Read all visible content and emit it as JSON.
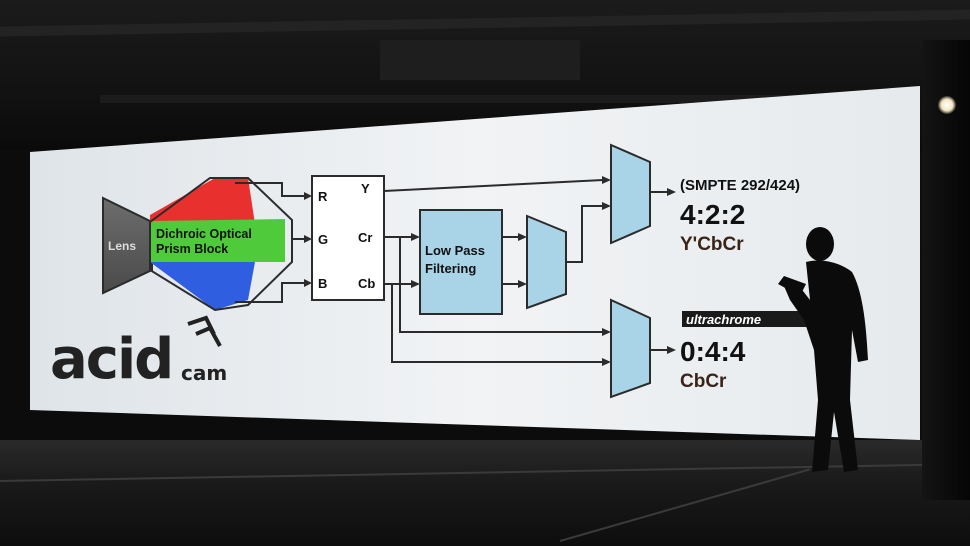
{
  "slide": {
    "lens_label": "Lens",
    "prism_label_line1": "Dichroic Optical",
    "prism_label_line2": "Prism Block",
    "matrix_inputs": [
      "R",
      "G",
      "B"
    ],
    "matrix_outputs": [
      "Y",
      "Cr",
      "Cb"
    ],
    "filter_label_line1": "Low Pass",
    "filter_label_line2": "Filtering",
    "output_top": {
      "standard": "(SMPTE 292/424)",
      "ratio": "4:2:2",
      "format": "Y'CbCr"
    },
    "output_bottom": {
      "brand": "ultrachrome",
      "ratio": "0:4:4",
      "format": "CbCr"
    },
    "logo_text_main": "acid",
    "logo_text_sub": "cam"
  },
  "colors": {
    "screen_bg": "#eaeef0",
    "diagram_blue": "#a9d3e6",
    "line_dark": "#2b2b2b",
    "prism_red": "#e8302f",
    "prism_green": "#4fca3a",
    "prism_blue": "#2f5fe0"
  }
}
